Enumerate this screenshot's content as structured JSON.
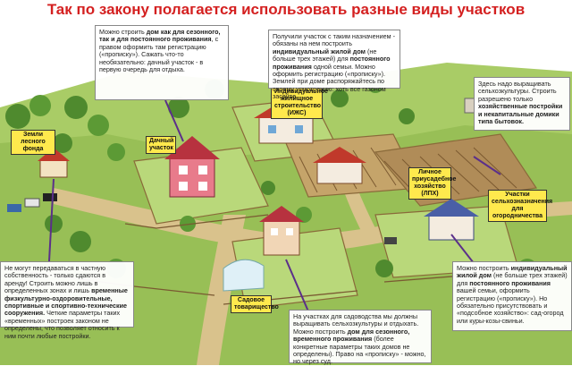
{
  "title": "Так по закону полагается использовать разные виды участков",
  "labels": {
    "forest": "Земли лесного фонда",
    "dacha": "Дачный участок",
    "izhs": "Индивидуальное жилищное строительство (ИЖС)",
    "lph": "Личное приусадебное хозяйство (ЛПХ)",
    "selhoz": "Участки сельхозназначения для огородничества",
    "sad": "Садовое товарищество"
  },
  "callouts": {
    "dacha": [
      "Можно строить ",
      "дом как для сезонного, так и для постоянного проживания",
      ", с правом оформить там регистрацию («прописку»). Сажать что-то необязательно: дачный участок - в первую очередь для отдыха."
    ],
    "izhs": [
      "Получили участок с таким назначением - обязаны на нем построить ",
      "индивидуальный жилой дом",
      " (не больше трех этажей) для ",
      "постоянного проживания",
      " одной семьи. Можно оформить регистрацию («прописку»). Землей при доме распоряжайтесь по своему усмотрению: хоть все газоном засейте."
    ],
    "selhoz": [
      "Здесь надо выращивать сельхозкультуры. Строить разрешено только ",
      "хозяйственные постройки и некапитальные домики типа бытовок."
    ],
    "forest": [
      "Не могут передаваться в частную собственность - только сдаются в аренду! Строить можно лишь в определенных зонах и лишь ",
      "временные физкультурно-оздоровительные, спортивные и спортивно-технические сооружения.",
      " Четкие параметры таких «временных» построек законом не определены, что позволяет относить к ним почти любые постройки."
    ],
    "sad": [
      "На участках для садоводства мы должны выращивать сельхозкультуры и отдыхать. Можно построить ",
      "дом для сезонного, временного проживания",
      " (более конкретные параметры таких домов не определены). Право на «прописку» - можно, но через суд."
    ],
    "lph": [
      "Можно построить ",
      "индивидуальный жилой дом",
      " (не больше трех этажей) для ",
      "постоянного проживания",
      " вашей семьи, оформить регистрацию («прописку»). Но обязательно присутствовать и «подсобное хозяйство»: сад-огород или куры-козы-свиньи."
    ]
  },
  "colors": {
    "title": "#d42020",
    "pointer": "#5b2f8a",
    "tag_bg": "#ffe94d",
    "grass": "#9ec45a",
    "roof": "#c0392b"
  }
}
